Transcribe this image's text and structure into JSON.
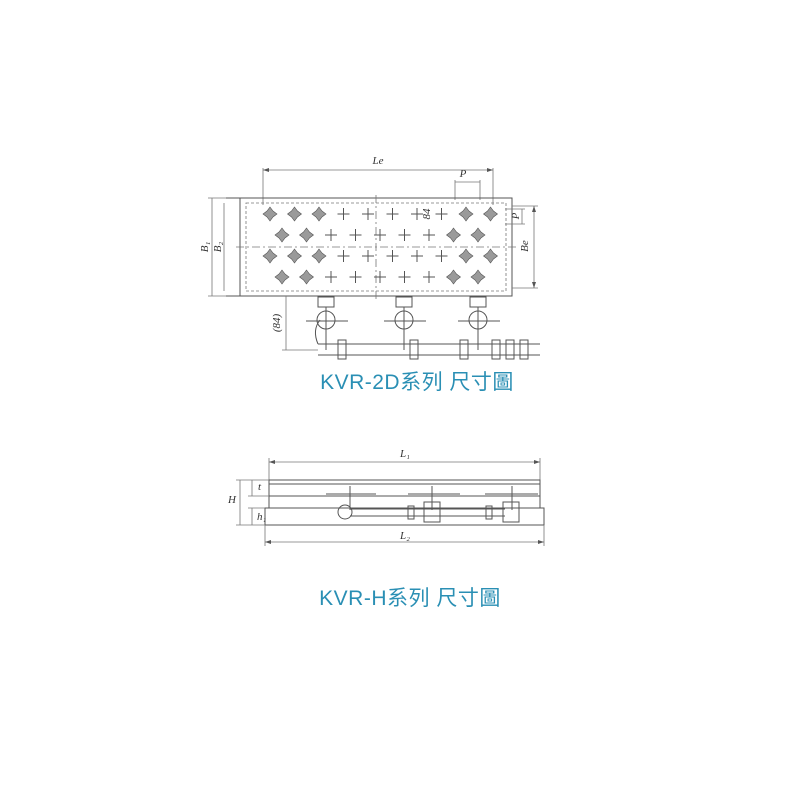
{
  "top_view": {
    "caption": "KVR-2D系列 尺寸圖",
    "labels": {
      "le": "Le",
      "p": "P",
      "p_small": "P",
      "be": "Be",
      "b1": "B₁",
      "b2": "B₂",
      "pitch": "84",
      "offset": "(84)"
    }
  },
  "side_view": {
    "caption": "KVR-H系列 尺寸圖",
    "labels": {
      "l1": "L₁",
      "l2": "L₂",
      "h": "H",
      "t": "t",
      "h1": "h₁"
    }
  },
  "colors": {
    "caption": "#2a8fb4",
    "line": "#555555"
  }
}
